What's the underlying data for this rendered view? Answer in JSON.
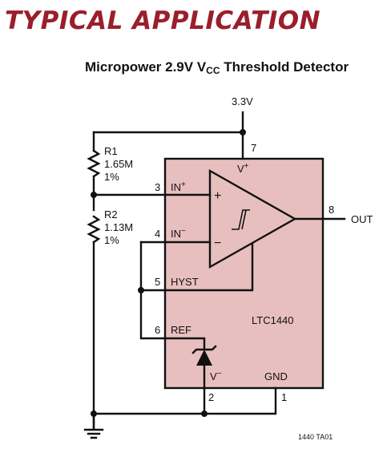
{
  "header": {
    "section_title": "TYPICAL APPLICATION",
    "subtitle_main": "Micropower 2.9V V",
    "subtitle_sub": "CC",
    "subtitle_tail": " Threshold Detector"
  },
  "colors": {
    "title_red": "#9a1e2c",
    "ic_fill": "#e8bfbf",
    "wire": "#111111"
  },
  "supply": {
    "label": "3.3V"
  },
  "resistors": [
    {
      "designator": "R1",
      "value": "1.65M",
      "tolerance": "1%"
    },
    {
      "designator": "R2",
      "value": "1.13M",
      "tolerance": "1%"
    }
  ],
  "ic": {
    "part_number": "LTC1440",
    "vplus_label": "V",
    "vplus_sup": "+",
    "vminus_label": "V",
    "vminus_sup": "−",
    "gnd_label": "GND"
  },
  "pins": {
    "inp": {
      "number": "3",
      "label": "IN",
      "sup": "+"
    },
    "inm": {
      "number": "4",
      "label": "IN",
      "sup": "−"
    },
    "hyst": {
      "number": "5",
      "label": "HYST"
    },
    "ref": {
      "number": "6",
      "label": "REF"
    },
    "vplus": {
      "number": "7"
    },
    "out": {
      "number": "8",
      "label": "OUT"
    },
    "vminus": {
      "number": "2"
    },
    "gnd": {
      "number": "1"
    }
  },
  "comparator": {
    "plus_sign": "+",
    "minus_sign": "−"
  },
  "figure_id": "1440 TA01"
}
